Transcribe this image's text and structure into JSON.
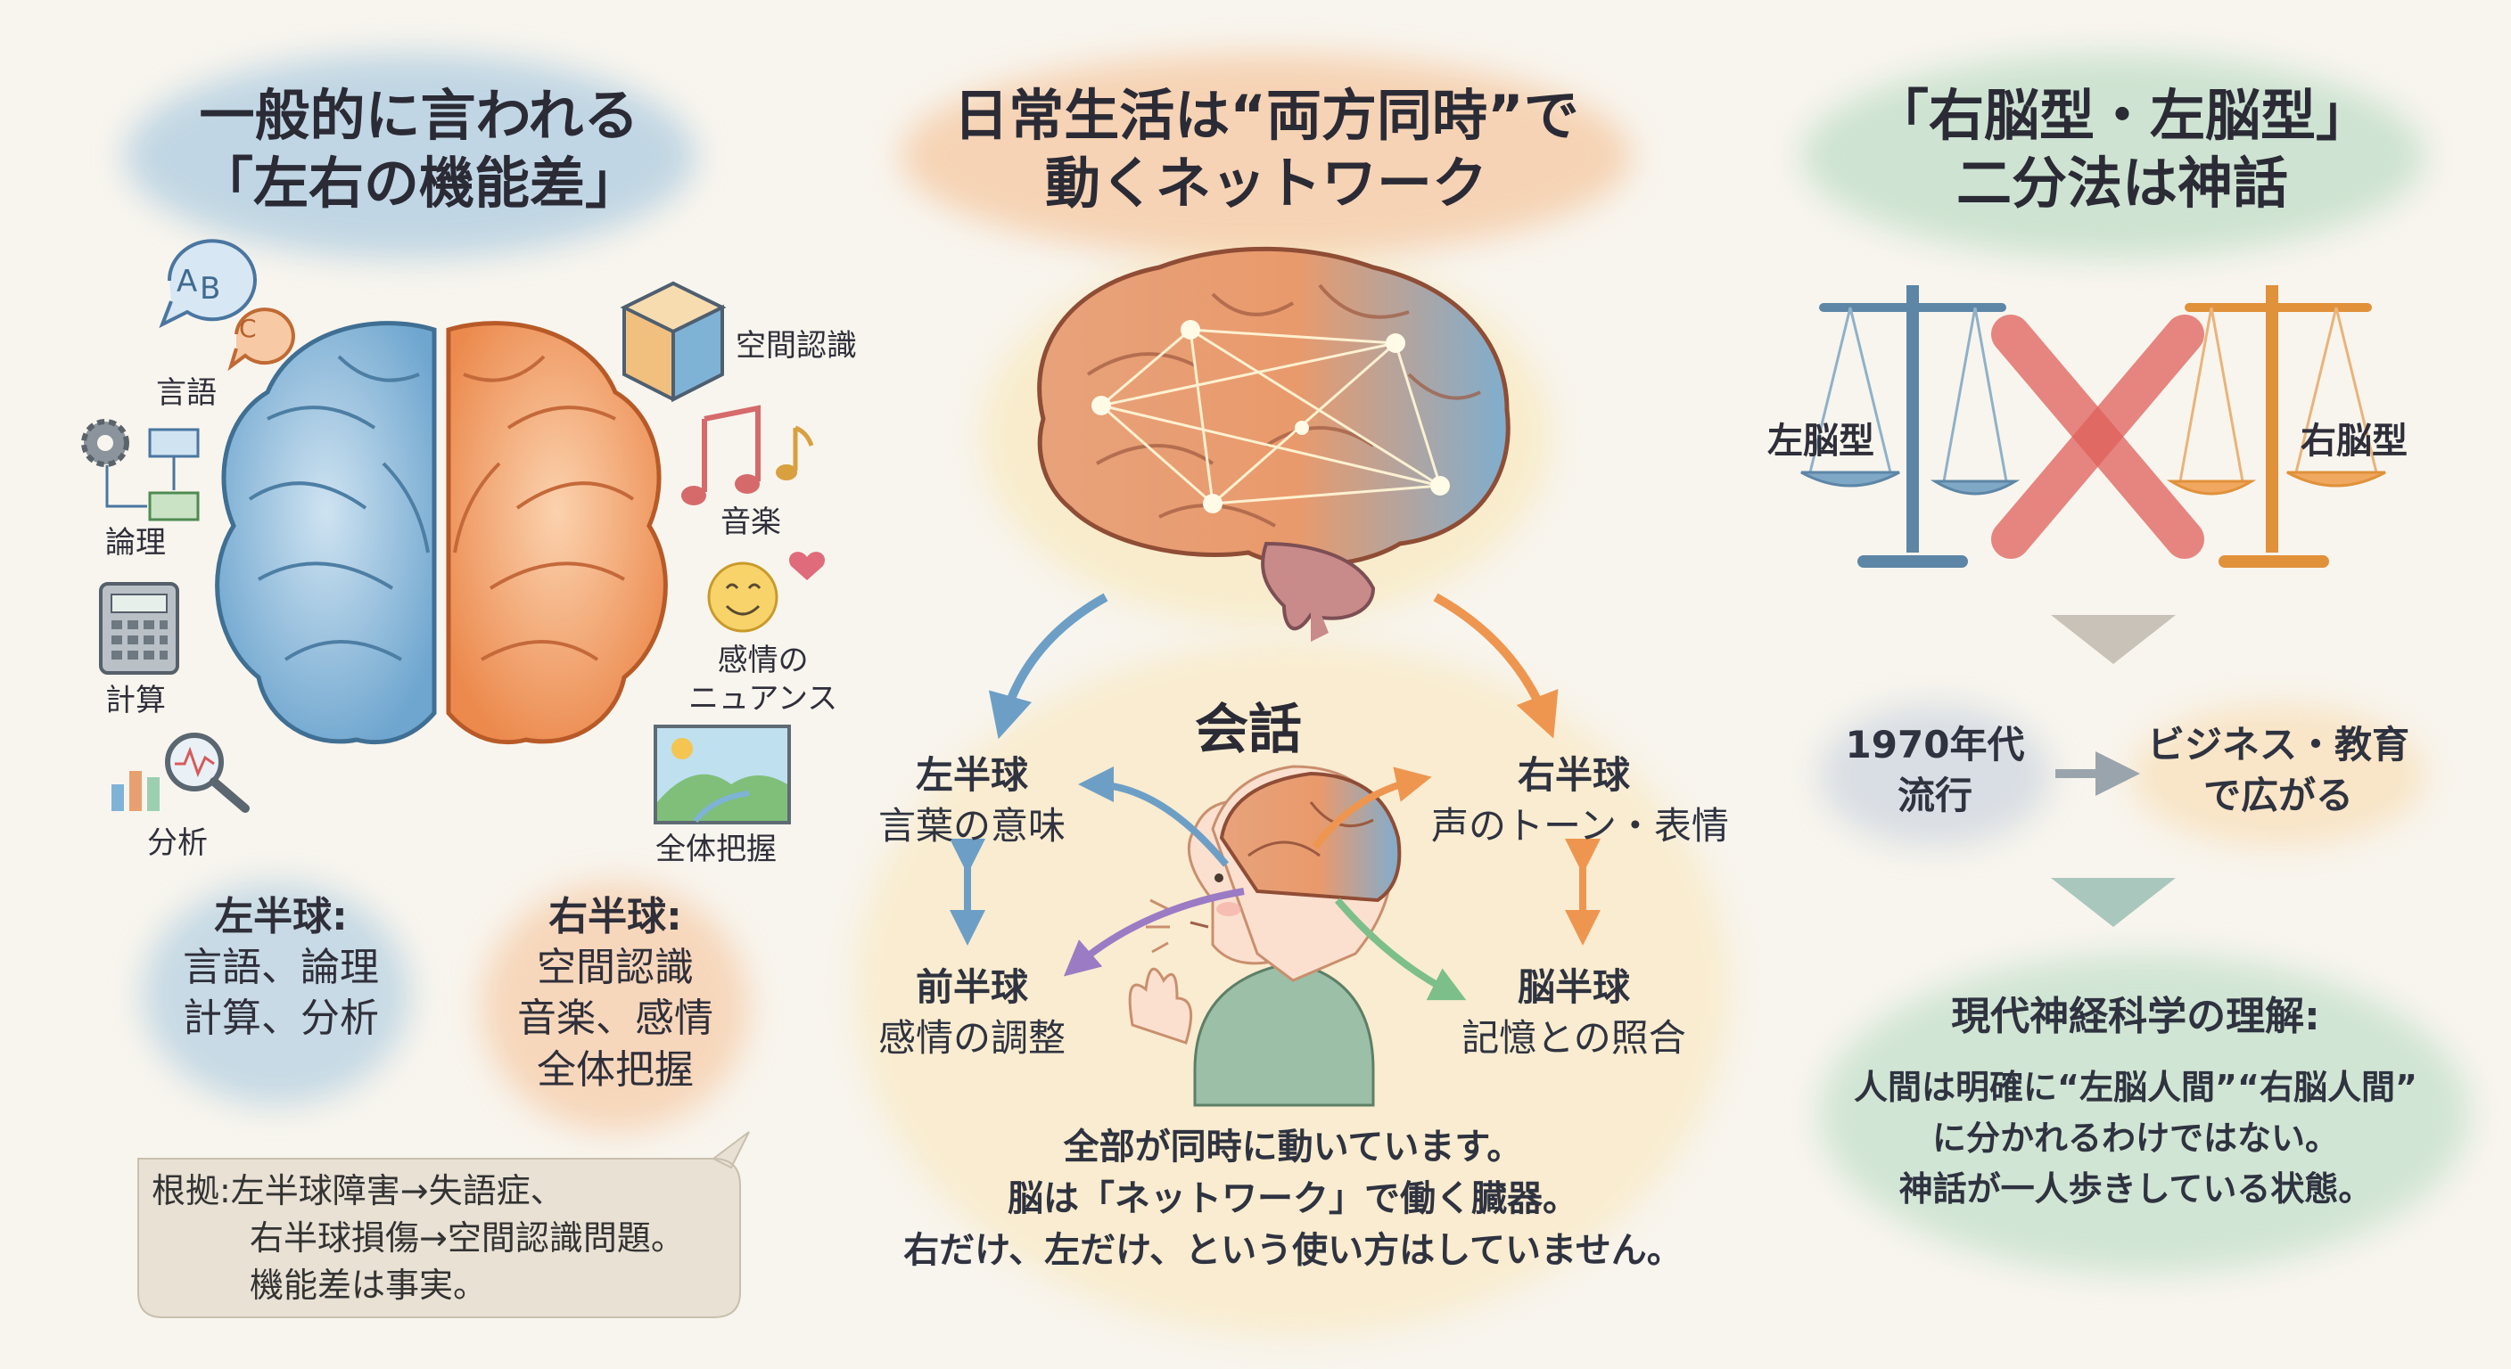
{
  "left": {
    "title_line1": "一般的に言われる",
    "title_line2": "「左右の機能差」",
    "left_icons": [
      {
        "label": "言語",
        "icon": "speech-bubble-abc-icon"
      },
      {
        "label": "論理",
        "icon": "gear-flowchart-icon"
      },
      {
        "label": "計算",
        "icon": "calculator-icon"
      },
      {
        "label": "分析",
        "icon": "magnifier-chart-icon"
      }
    ],
    "abc_letters": [
      "A",
      "B",
      "C"
    ],
    "right_icons": [
      {
        "label": "空間認識",
        "icon": "cube-icon"
      },
      {
        "label": "音楽",
        "icon": "music-notes-icon"
      },
      {
        "label": "感情の",
        "label2": "ニュアンス",
        "icon": "smiley-heart-icon"
      },
      {
        "label": "全体把握",
        "icon": "landscape-picture-icon"
      }
    ],
    "left_box": {
      "heading": "左半球:",
      "line1": "言語、論理",
      "line2": "計算、分析"
    },
    "right_box": {
      "heading": "右半球:",
      "line1": "空間認識",
      "line2": "音楽、感情",
      "line3": "全体把握"
    },
    "evidence": {
      "line1": "根拠:左半球障害→失語症、",
      "line2": "右半球損傷→空間認識問題。",
      "line3": "機能差は事実。"
    }
  },
  "center": {
    "title_line1": "日常生活は“両方同時”で",
    "title_line2": "動くネットワーク",
    "bubble_title": "会話",
    "nodes": {
      "left_hemi": {
        "line1": "左半球",
        "line2": "言葉の意味"
      },
      "right_hemi": {
        "line1": "右半球",
        "line2": "声のトーン・表情"
      },
      "front_hemi": {
        "line1": "前半球",
        "line2": "感情の調整"
      },
      "brain_hemi": {
        "line1": "脳半球",
        "line2": "記憶との照合"
      }
    },
    "summary": {
      "line1": "全部が同時に動いています。",
      "line2": "脳は「ネットワーク」で働く臓器。",
      "line3": "右だけ、左だけ、という使い方はしていません。"
    }
  },
  "right": {
    "title_line1": "「右脳型・左脳型」",
    "title_line2": "二分法は神話",
    "scale_left_label": "左脳型",
    "scale_right_label": "右脳型",
    "flow_left": {
      "line1": "1970年代",
      "line2": "流行"
    },
    "flow_right": {
      "line1": "ビジネス・教育",
      "line2": "で広がる"
    },
    "conclusion": {
      "heading": "現代神経科学の理解:",
      "line1": "人間は明確に“左脳人間”“右脳人間”",
      "line2": "に分かれるわけではない。",
      "line3": "神話が一人歩きしている状態。"
    }
  },
  "colors": {
    "blue": "#7fb3d6",
    "orange": "#f0a064",
    "green": "#9ccfb0",
    "cross_red": "#e0605a",
    "scale_blue": "#5d86a6",
    "scale_orange": "#e0913a"
  }
}
